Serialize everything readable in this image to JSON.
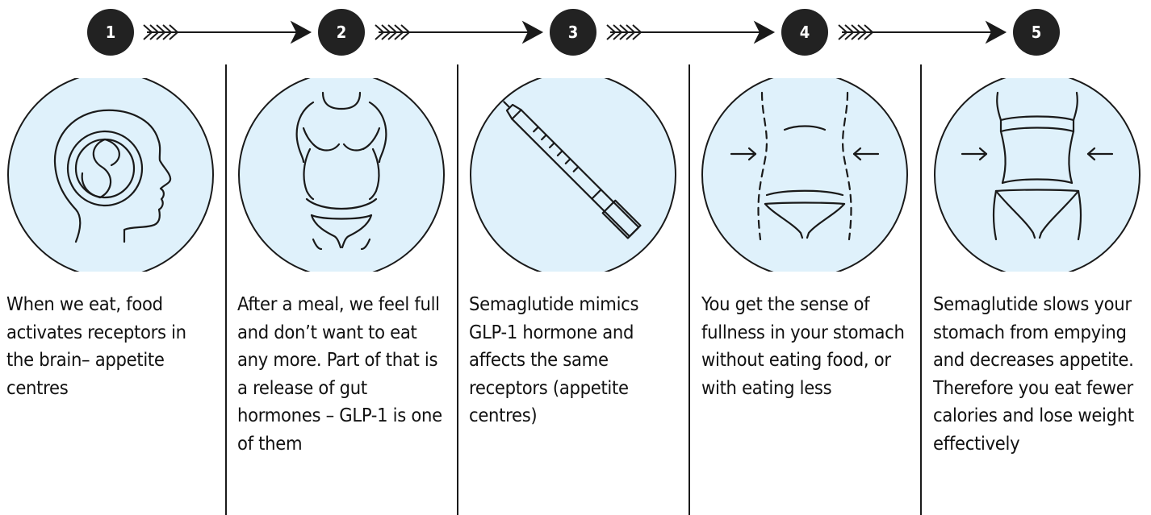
{
  "steps": [
    {
      "number": "1",
      "icon": "head-brain-icon",
      "text": "When we eat, food activates receptors in the brain– appetite centres"
    },
    {
      "number": "2",
      "icon": "full-body-icon",
      "text": "After a meal, we feel full and don’t want to eat any more. Part of that is a release of gut hormones – GLP-1 is one of them"
    },
    {
      "number": "3",
      "icon": "injection-pen-icon",
      "text": "Semaglutide mimics GLP-1 hormone and affects the same receptors (appetite centres)"
    },
    {
      "number": "4",
      "icon": "shrinking-waist-icon",
      "text": "You get the sense of fullness in your stomach without eating food, or with eating less"
    },
    {
      "number": "5",
      "icon": "slim-waist-icon",
      "text": "Semaglutide slows your stomach from empying and decreases appetite. Therefore you eat fewer calories and lose weight effectively"
    }
  ],
  "colors": {
    "circle_fill": "#dff1fb",
    "line": "#1a1a1a",
    "badge": "#222222"
  }
}
